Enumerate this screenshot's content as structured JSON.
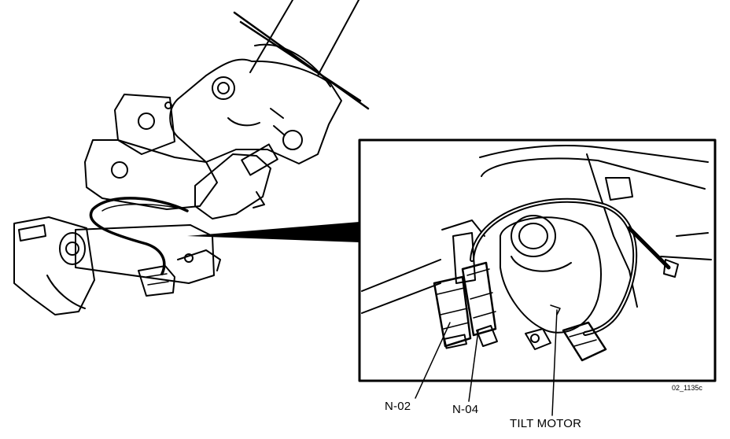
{
  "labels": {
    "n02": "N-02",
    "n04": "N-04",
    "tilt_motor": "TILT MOTOR",
    "figure_id": "02_1135c"
  },
  "colors": {
    "ink": "#000000",
    "paper": "#ffffff"
  }
}
